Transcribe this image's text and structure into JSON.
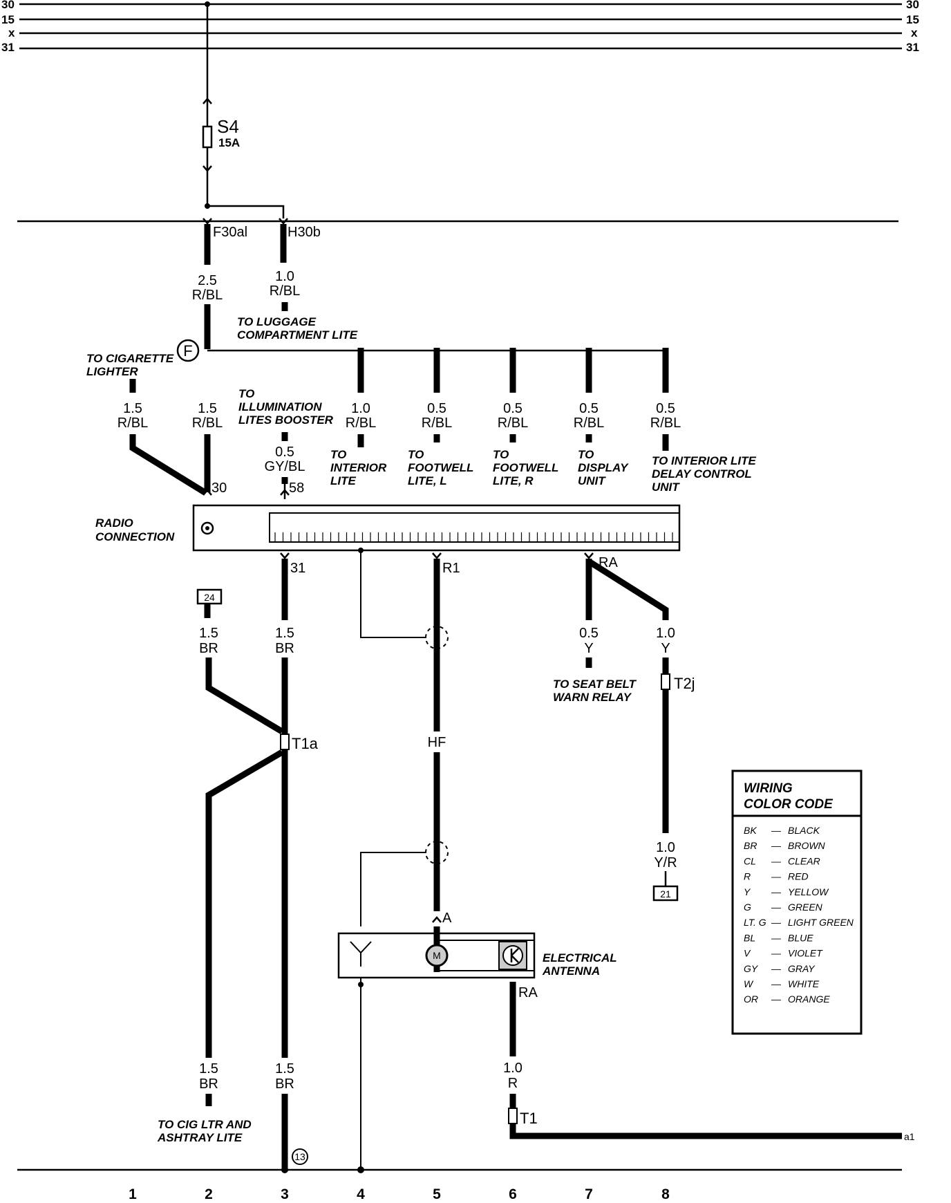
{
  "bus": {
    "left_labels": [
      "30",
      "15",
      "x",
      "31"
    ],
    "right_labels": [
      "30",
      "15",
      "x",
      "31"
    ]
  },
  "fuse": {
    "name": "S4",
    "rating": "15A"
  },
  "terminals": {
    "f30al": "F30al",
    "h30b": "H30b",
    "t30": "30",
    "t58": "58",
    "t31": "31",
    "r1": "R1",
    "ra_radio": "RA",
    "a": "A",
    "ra_antenna": "RA",
    "hf": "HF",
    "a1": "a1",
    "circle_f": "F",
    "ground_13": "13"
  },
  "connectors": {
    "t1a": "T1a",
    "t2j": "T2j",
    "t1": "T1"
  },
  "refs": {
    "ref24": "24",
    "ref21": "21"
  },
  "wires": {
    "w_main_size": "2.5",
    "w_main_color": "R/BL",
    "w_lug_size": "1.0",
    "w_lug_color": "R/BL",
    "w_cig_size": "1.5",
    "w_cig_color": "R/BL",
    "w_rad30_size": "1.5",
    "w_rad30_color": "R/BL",
    "w_int_size": "1.0",
    "w_int_color": "R/BL",
    "w_fl_size": "0.5",
    "w_fl_color": "R/BL",
    "w_fr_size": "0.5",
    "w_fr_color": "R/BL",
    "w_disp_size": "0.5",
    "w_disp_color": "R/BL",
    "w_delay_size": "0.5",
    "w_delay_color": "R/BL",
    "w_58_size": "0.5",
    "w_58_color": "GY/BL",
    "w_c2_size": "1.5",
    "w_c2_color": "BR",
    "w_c3_size": "1.5",
    "w_c3_color": "BR",
    "w_seat_size": "0.5",
    "w_seat_color": "Y",
    "w_c8_size": "1.0",
    "w_c8_color": "Y",
    "w_c8b_size": "1.0",
    "w_c8b_color": "Y/R",
    "w_c2b_size": "1.5",
    "w_c2b_color": "BR",
    "w_c3b_size": "1.5",
    "w_c3b_color": "BR",
    "w_c6_size": "1.0",
    "w_c6_color": "R"
  },
  "notes": {
    "luggage": [
      "TO LUGGAGE",
      "COMPARTMENT  LITE"
    ],
    "cig": [
      "TO CIGARETTE",
      "LIGHTER"
    ],
    "illum": [
      "TO",
      "ILLUMINATION",
      "LITES BOOSTER"
    ],
    "interior": [
      "TO",
      "INTERIOR",
      "LITE"
    ],
    "footwell_l": [
      "TO",
      "FOOTWELL",
      "LITE, L"
    ],
    "footwell_r": [
      "TO",
      "FOOTWELL",
      "LITE, R"
    ],
    "display": [
      "TO",
      "DISPLAY",
      "UNIT"
    ],
    "delay": [
      "TO INTERIOR LITE",
      "DELAY CONTROL",
      "UNIT"
    ],
    "radio": [
      "RADIO",
      "CONNECTION"
    ],
    "seatbelt": [
      "TO SEAT BELT",
      "WARN RELAY"
    ],
    "antenna": [
      "ELECTRICAL",
      "ANTENNA"
    ],
    "cigltr": [
      "TO CIG LTR AND",
      "ASHTRAY LITE"
    ]
  },
  "legend": {
    "title": [
      "WIRING",
      "COLOR CODE"
    ],
    "items": [
      {
        "code": "BK",
        "name": "BLACK"
      },
      {
        "code": "BR",
        "name": "BROWN"
      },
      {
        "code": "CL",
        "name": "CLEAR"
      },
      {
        "code": "R",
        "name": "RED"
      },
      {
        "code": "Y",
        "name": "YELLOW"
      },
      {
        "code": "G",
        "name": "GREEN"
      },
      {
        "code": "LT. G",
        "name": "LIGHT  GREEN"
      },
      {
        "code": "BL",
        "name": "BLUE"
      },
      {
        "code": "V",
        "name": "VIOLET"
      },
      {
        "code": "GY",
        "name": "GRAY"
      },
      {
        "code": "W",
        "name": "WHITE"
      },
      {
        "code": "OR",
        "name": "ORANGE"
      }
    ]
  },
  "columns": [
    "1",
    "2",
    "3",
    "4",
    "5",
    "6",
    "7",
    "8"
  ]
}
